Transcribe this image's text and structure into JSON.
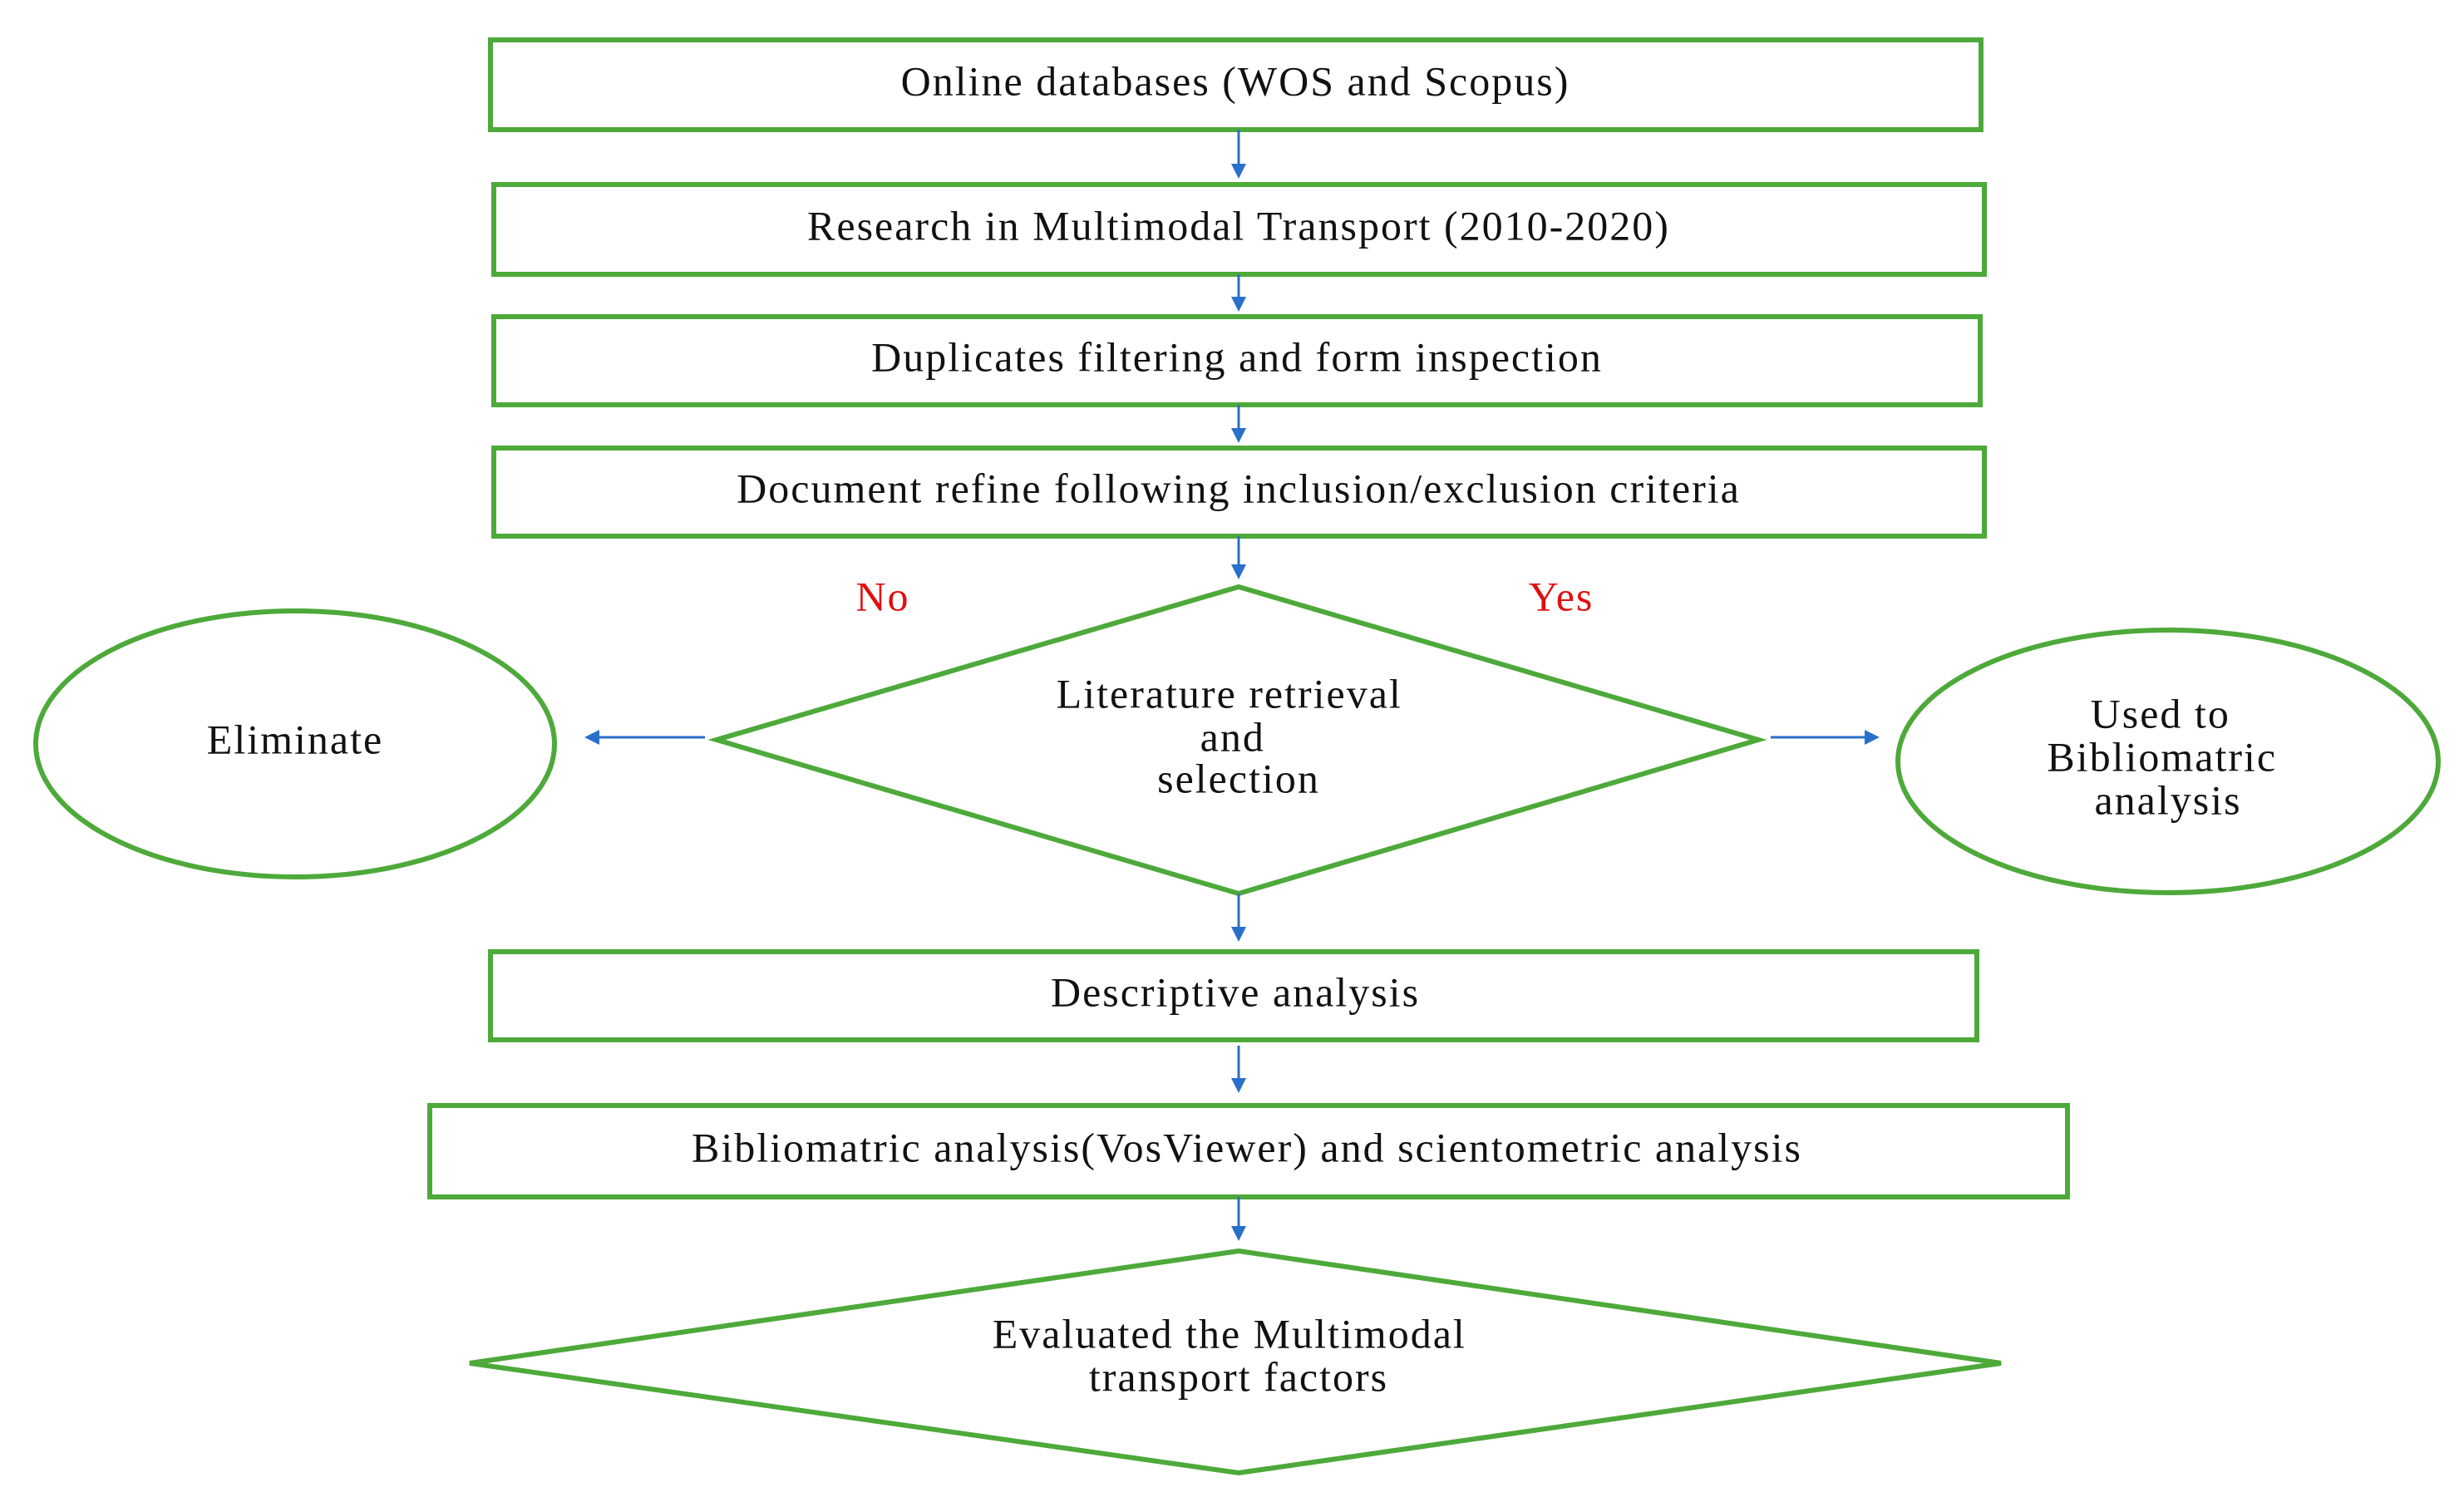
{
  "colors": {
    "node_border": "#4ea93b",
    "arrow": "#2a6fc9",
    "decision_label": "#e01010",
    "text": "#111111"
  },
  "steps": {
    "online_databases": "Online databases (WOS and Scopus)",
    "research_scope": "Research in Multimodal Transport (2010-2020)",
    "duplicates_filtering": "Duplicates filtering and form inspection",
    "document_refine": "Document refine following inclusion/exclusion criteria",
    "literature_decision": [
      "Literature retrieval",
      "and",
      "selection"
    ],
    "no_label": "No",
    "yes_label": "Yes",
    "eliminate": "Eliminate",
    "used_to": [
      "Used to",
      "Bibliomatric",
      "analysis"
    ],
    "descriptive_analysis": "Descriptive analysis",
    "bibliometric_analysis": "Bibliomatric analysis(VosViewer) and scientometric analysis",
    "evaluated": [
      "Evaluated the Multimodal",
      "transport factors"
    ]
  }
}
